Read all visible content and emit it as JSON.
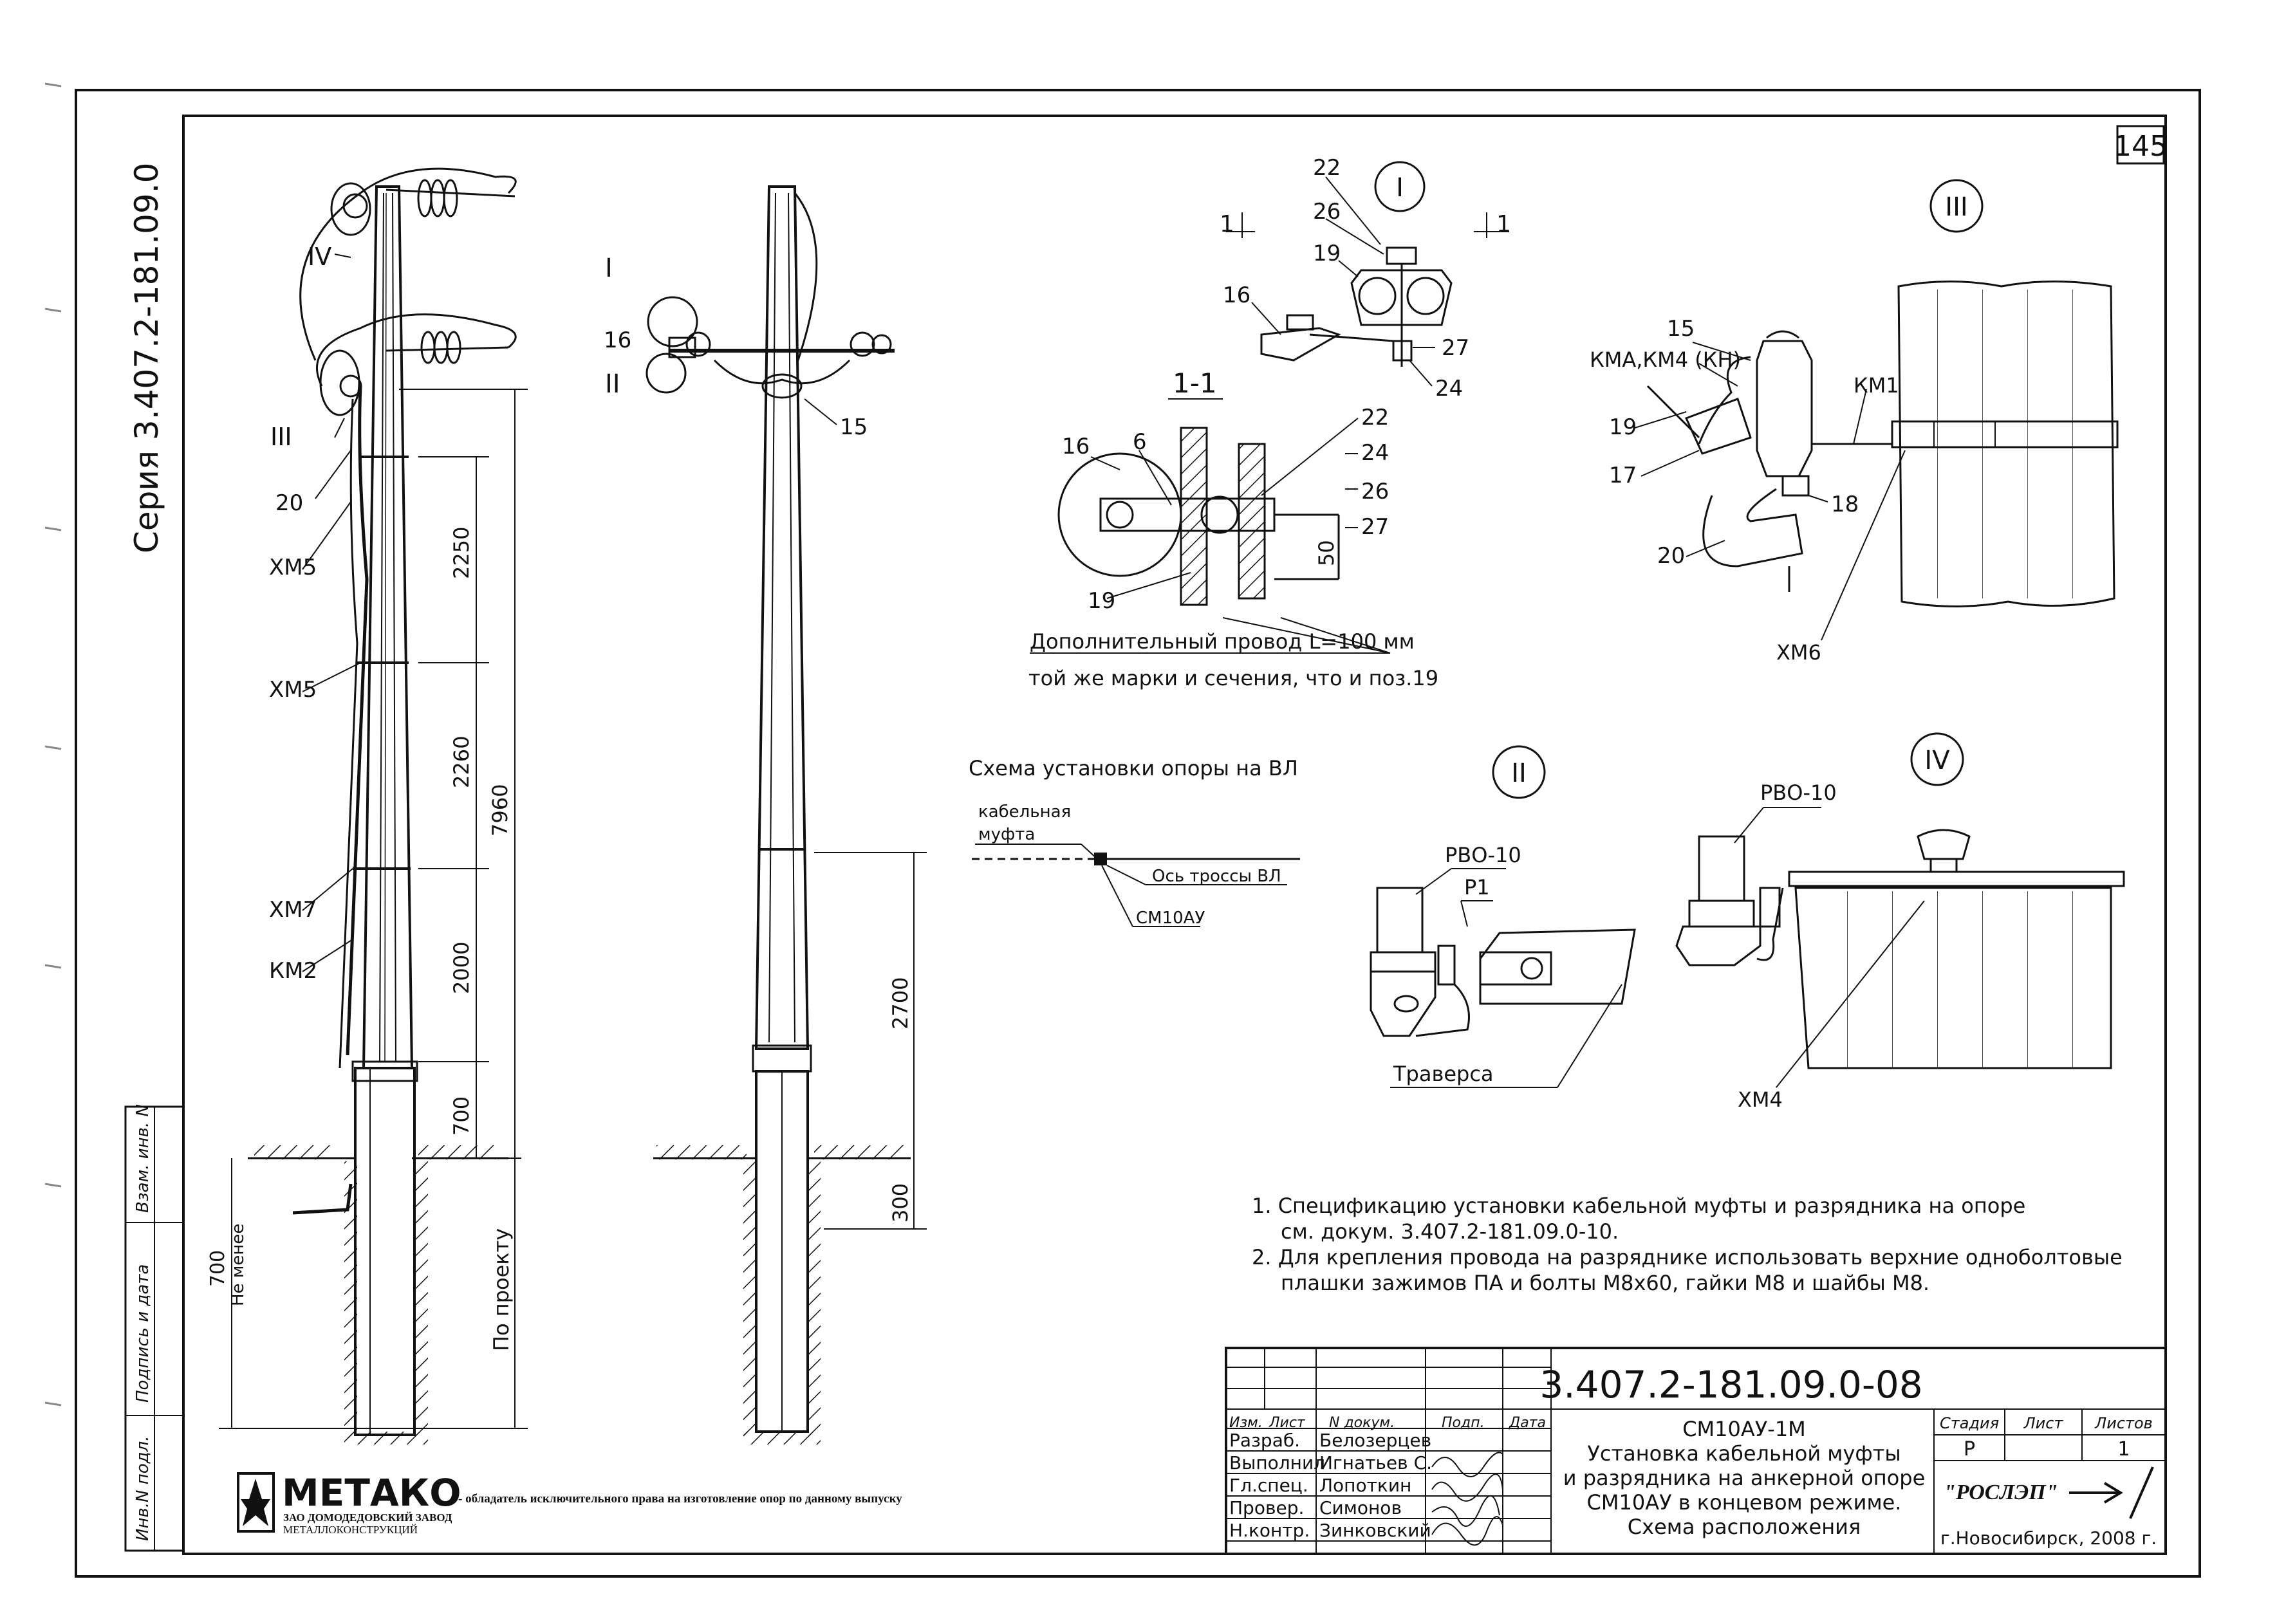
{
  "sheet": {
    "number": "145",
    "series": "Серия 3.407.2-181.09.0"
  },
  "side_stamp": {
    "inv_podl": "Инв.N подл.",
    "podpis": "Подпись и дата",
    "vzam": "Взам. инв. N"
  },
  "views": {
    "left_callouts": [
      "IV",
      "III",
      "20",
      "ХМ5",
      "ХМ5",
      "ХМ7",
      "КМ2"
    ],
    "left_dims": [
      "2250",
      "2260",
      "7960",
      "2000",
      "700",
      "700",
      "Не менее",
      "По проекту"
    ],
    "mid_callouts": [
      "I",
      "16",
      "II",
      "15"
    ],
    "mid_dims": [
      "2700",
      "300"
    ]
  },
  "detail_I": {
    "marker": "I",
    "labels": [
      "22",
      "26",
      "19",
      "16",
      "27",
      "24"
    ],
    "section_mark": "1",
    "section_title": "1-1",
    "section_labels": [
      "16",
      "6",
      "22",
      "24",
      "26",
      "27",
      "19",
      "50"
    ],
    "note_line1": "Дополнительный провод L=100 мм",
    "note_line2": "той же марки и сечения, что и поз.19"
  },
  "detail_III": {
    "marker": "III",
    "labels": [
      "15",
      "КМА,КМ4 (КН)",
      "19",
      "17",
      "КМ1",
      "18",
      "20",
      "ХМ6"
    ]
  },
  "scheme": {
    "title": "Схема установки опоры на ВЛ",
    "muf1": "кабельная",
    "muf2": "муфта",
    "axis": "Ось троссы ВЛ",
    "support": "СМ10АУ"
  },
  "detail_II": {
    "marker": "II",
    "rvo": "РВО-10",
    "p1": "Р1",
    "traverse": "Траверса"
  },
  "detail_IV": {
    "marker": "IV",
    "rvo": "РВО-10",
    "xm4": "ХМ4"
  },
  "notes": {
    "n1a": "1. Спецификацию установки кабельной муфты и разрядника на опоре",
    "n1b": "см. докум. 3.407.2-181.09.0-10.",
    "n2a": "2. Для крепления провода на разряднике использовать верхние одноболтовые",
    "n2b": "плашки зажимов ПА и болты М8х60, гайки М8 и шайбы М8."
  },
  "stamp": {
    "code": "3.407.2-181.09.0-08",
    "headers": [
      "Изм.",
      "Лист",
      "N докум.",
      "Подп.",
      "Дата"
    ],
    "rows": [
      {
        "role": "Разраб.",
        "name": "Белозерцев"
      },
      {
        "role": "Выполнил",
        "name": "Игнатьев С."
      },
      {
        "role": "Гл.спец.",
        "name": "Лопоткин"
      },
      {
        "role": "Провер.",
        "name": "Симонов"
      },
      {
        "role": "Н.контр.",
        "name": "Зинковский"
      }
    ],
    "title_lines": [
      "СМ10АУ-1М",
      "Установка кабельной муфты",
      "и разрядника на анкерной опоре",
      "СМ10АУ в концевом режиме.",
      "Схема расположения"
    ],
    "stage_h": "Стадия",
    "sheet_h": "Лист",
    "sheets_h": "Листов",
    "stage": "Р",
    "sheets": "1",
    "org": "\"РОСЛЭП\"",
    "city": "г.Новосибирск, 2008 г."
  },
  "maker": {
    "logo": "МЕТАКО",
    "sub1": "ЗАО ДОМОДЕДОВСКИЙ ЗАВОД",
    "sub2": "МЕТАЛЛОКОНСТРУКЦИЙ",
    "rights": "- обладатель исключительного права на изготовление опор по данному выпуску"
  }
}
